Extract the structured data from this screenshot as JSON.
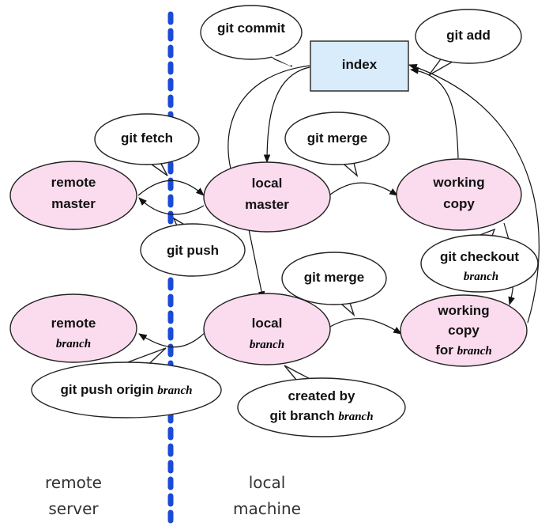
{
  "nodes": {
    "remote_master": {
      "line1": "remote",
      "line2": "master"
    },
    "local_master": {
      "line1": "local",
      "line2": "master"
    },
    "working_copy": {
      "line1": "working",
      "line2": "copy"
    },
    "remote_branch": {
      "line1": "remote",
      "line2": "branch"
    },
    "local_branch": {
      "line1": "local",
      "line2": "branch"
    },
    "working_copy_branch": {
      "line1": "working",
      "line2": "copy",
      "line3_prefix": "for ",
      "line3_em": "branch"
    },
    "index": {
      "label": "index"
    }
  },
  "bubbles": {
    "git_commit": {
      "label": "git commit"
    },
    "git_add": {
      "label": "git add"
    },
    "git_fetch": {
      "label": "git fetch"
    },
    "git_merge_top": {
      "label": "git merge"
    },
    "git_push": {
      "label": "git push"
    },
    "git_checkout": {
      "line1": "git checkout",
      "line2": "branch"
    },
    "git_merge_bottom": {
      "label": "git merge"
    },
    "git_push_origin": {
      "prefix": "git push origin ",
      "em": "branch"
    },
    "created_by": {
      "line1": "created by",
      "line2_prefix": "git branch ",
      "line2_em": "branch"
    }
  },
  "captions": {
    "remote": {
      "line1": "remote",
      "line2": "server"
    },
    "local": {
      "line1": "local",
      "line2": "machine"
    }
  },
  "colors": {
    "node_fill": "#fbdcee",
    "index_fill": "#d9ecfb",
    "divider": "#1a4bd8"
  }
}
